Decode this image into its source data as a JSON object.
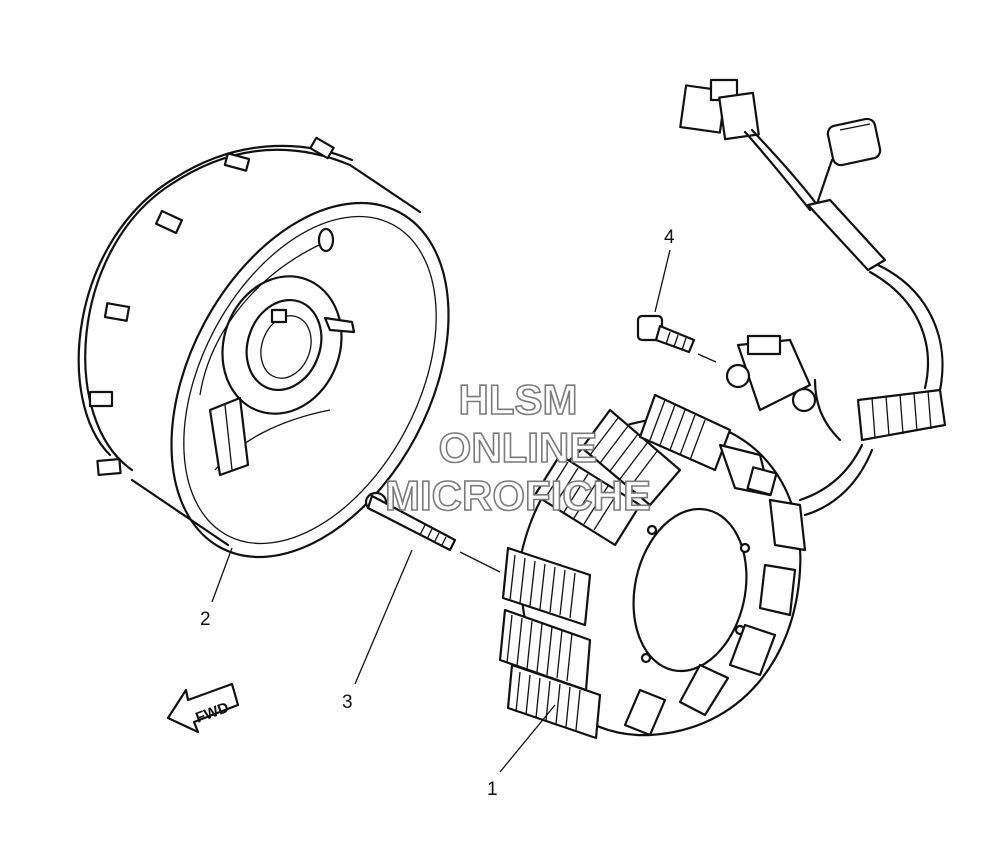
{
  "diagram": {
    "callouts": [
      {
        "id": "1",
        "label": "1"
      },
      {
        "id": "2",
        "label": "2"
      },
      {
        "id": "3",
        "label": "3"
      },
      {
        "id": "4",
        "label": "4"
      }
    ],
    "direction_label": "FWD",
    "watermark": {
      "line1": "HLSM",
      "line2": "ONLINE",
      "line3": "MICROFICHE"
    }
  }
}
